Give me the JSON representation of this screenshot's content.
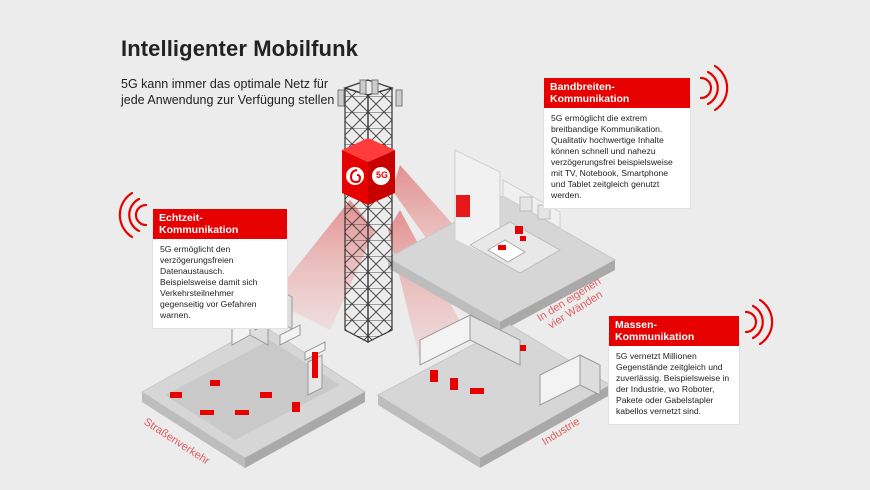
{
  "title": "Intelligenter Mobilfunk",
  "subtitle": "5G kann immer das optimale Netz für jede Anwendung zur Verfügung stellen",
  "callouts": {
    "bandbreite": {
      "heading": "Bandbreiten-Kommunikation",
      "text": "5G ermöglicht die extrem breitbandige Kommunikation. Qualitativ hochwertige Inhalte können schnell und nahezu verzögerungsfrei beispielsweise mit TV, Notebook, Smartphone und Tablet zeitgleich genutzt werden."
    },
    "echtzeit": {
      "heading": "Echtzeit-Kommunikation",
      "text": "5G ermöglicht den verzögerungsfreien Datenaustausch. Beispielsweise damit sich Verkehrsteilnehmer gegenseitig vor Gefahren warnen."
    },
    "massen": {
      "heading": "Massen-Kommunikation",
      "text": "5G vernetzt Millionen Gegenstände zeitgleich und zuverlässig. Beispielsweise in der Industrie, wo Roboter, Pakete oder Gabelstapler kabellos vernetzt sind."
    }
  },
  "area_labels": {
    "wohnung": "In den eigenen vier Wänden",
    "strasse": "Straßenverkehr",
    "industrie": "Industrie"
  },
  "tower_badge": "5G",
  "colors": {
    "accent": "#e60000",
    "beam": "#e8a0a0",
    "platform": "#d9d9d9",
    "background": "#ececec"
  }
}
